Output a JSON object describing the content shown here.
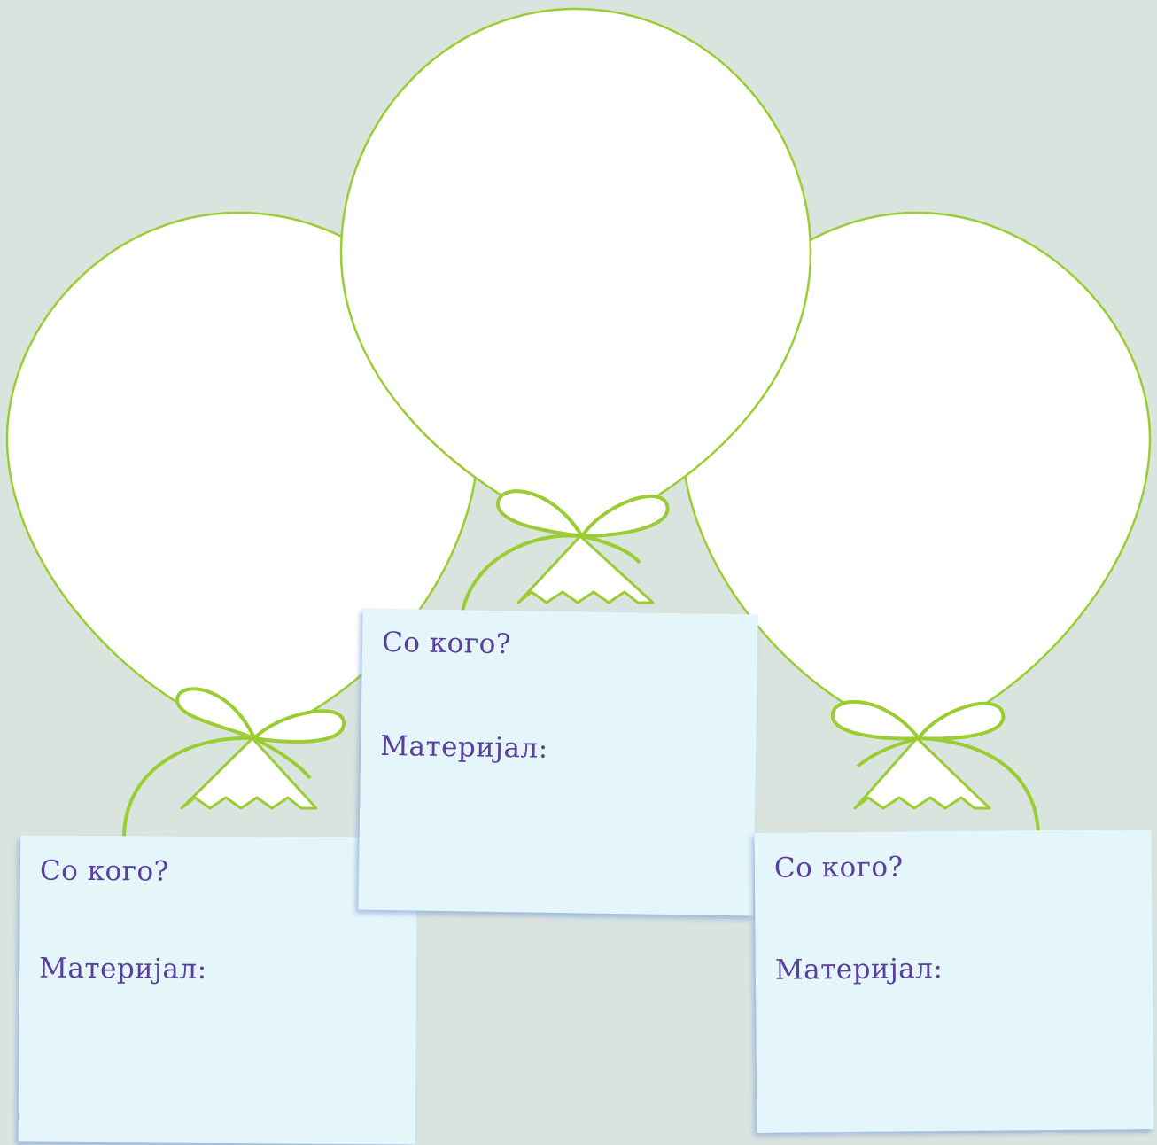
{
  "cards": [
    {
      "question": "Со кого?",
      "material": "Материјал:"
    },
    {
      "question": "Со кого?",
      "material": "Материјал:"
    },
    {
      "question": "Со кого?",
      "material": "Материјал:"
    }
  ],
  "colors": {
    "background": "#dae4df",
    "balloon_fill": "#ffffff",
    "balloon_outline": "#9acd32",
    "card_fill": "#e4f6fa",
    "card_text": "#5a3f9c"
  }
}
